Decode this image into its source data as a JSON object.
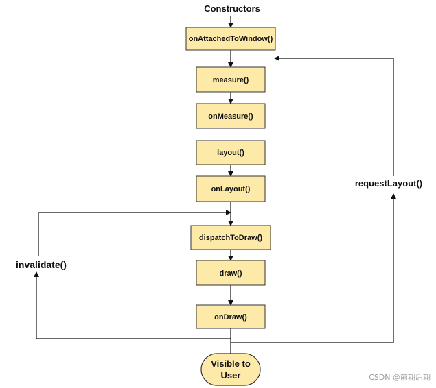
{
  "title": "Constructors",
  "nodes": {
    "on_attached_to_window": "onAttachedToWindow()",
    "measure": "measure()",
    "on_measure": "onMeasure()",
    "layout": "layout()",
    "on_layout": "onLayout()",
    "dispatch_to_draw": "dispatchToDraw()",
    "draw": "draw()",
    "on_draw": "onDraw()",
    "visible_line1": "Visible to",
    "visible_line2": "User"
  },
  "loops": {
    "invalidate": "invalidate()",
    "request_layout": "requestLayout()"
  },
  "watermark": "CSDN @前期后期",
  "colors": {
    "node_fill": "#fde9a8",
    "node_stroke": "#333333",
    "edge": "#111111"
  }
}
